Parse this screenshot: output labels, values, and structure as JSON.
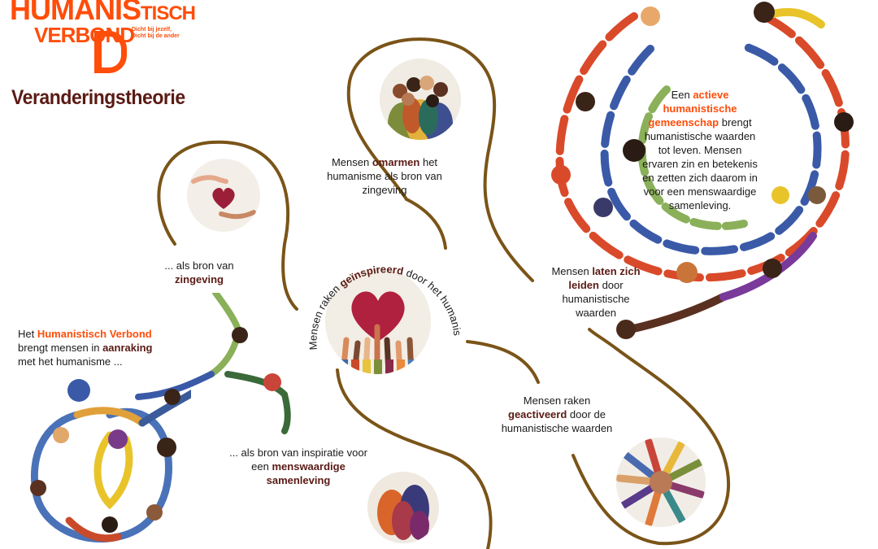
{
  "logo": {
    "line1": "HUMANIS",
    "line1b": "TISCH",
    "line2": "VERBOND",
    "tagline1": "Dicht bij jezelf,",
    "tagline2": "Dicht bij de ander"
  },
  "title": "Veranderingstheorie",
  "steps": {
    "s1": {
      "pre": "Het ",
      "hl": "Humanistisch Verbond",
      "mid": " brengt mensen in ",
      "bold": "aanraking",
      "post": " met het humanisme ..."
    },
    "s2a": {
      "pre": "... als bron van ",
      "bold": "zingeving"
    },
    "s2b": {
      "pre": "... als bron van inspiratie voor een ",
      "bold": "menswaardige samenleving"
    },
    "s3": {
      "pre": "Mensen ",
      "bold": "omarmen",
      "post": " het humanisme als bron van zingeving"
    },
    "s4": {
      "pre": "Mensen raken ",
      "bold": "geïnspireerd",
      "post": " door het humanisme"
    },
    "s5": {
      "pre": "Mensen raken ",
      "bold": "geactiveerd",
      "post": " door de humanistische waarden"
    },
    "s6": {
      "pre": "Mensen ",
      "bold": "laten zich leiden",
      "post": " door humanistische waarden"
    },
    "s7": {
      "pre": "Een ",
      "hl": "actieve humanistische gemeenschap",
      "post": " brengt humanistische waarden tot leven. Mensen ervaren zin en betekenis en zetten zich daarom in voor een menswaardige samenleving."
    }
  },
  "colors": {
    "brand": "#ff4d0a",
    "path": "#7a5418",
    "title": "#5a1a14"
  }
}
